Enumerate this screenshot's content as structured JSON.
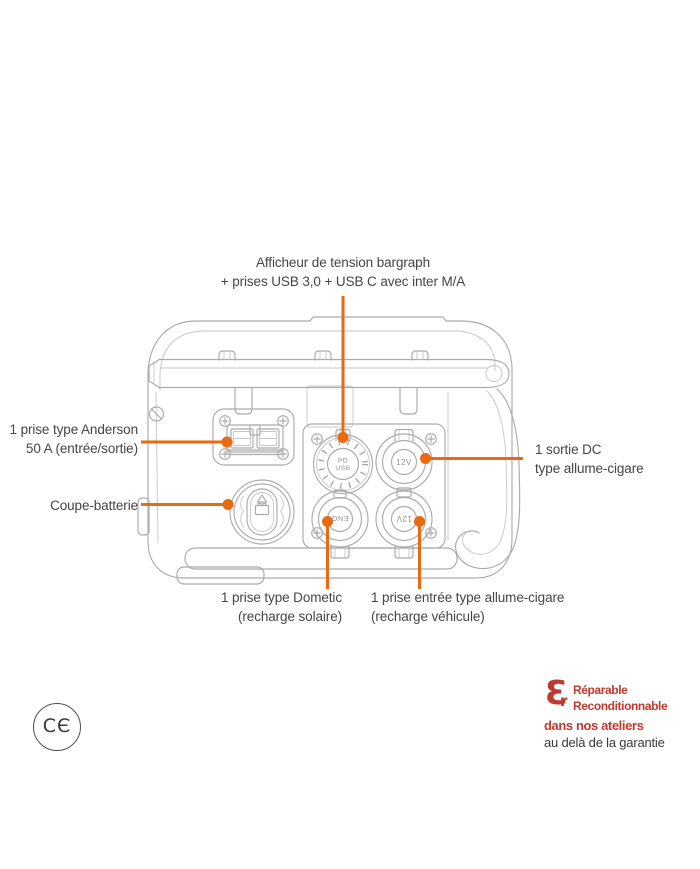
{
  "colors": {
    "accent_orange": "#EA6A12",
    "drawing_gray": "#ABABAB",
    "text_gray": "#474443",
    "badge_red": "#BE3A2F"
  },
  "annotations": {
    "top": {
      "line1": "Afficheur de tension bargraph",
      "line2": "+ prises USB 3,0 + USB C avec inter M/A"
    },
    "anderson": {
      "line1": "1 prise type Anderson",
      "line2": "50 A (entrée/sortie)"
    },
    "battery_switch": {
      "line1": "Coupe-batterie"
    },
    "dc_out": {
      "line1": "1 sortie DC",
      "line2": "type allume-cigare"
    },
    "dometic": {
      "line1": "1 prise type Dometic",
      "line2": "(recharge solaire)"
    },
    "cigare_in": {
      "line1": "1 prise entrée type allume-cigare",
      "line2": "(recharge véhicule)"
    }
  },
  "device": {
    "usb_port": {
      "line1": "PD",
      "line2": "USB"
    },
    "dc_out_port_label": "12V",
    "solar_port_label": "ENG",
    "vehicle_port_label": "12V"
  },
  "ce_mark": {
    "text": "CЄ"
  },
  "badge": {
    "ampersand": "Ɛ",
    "ampersand_r": "r",
    "line1": "Réparable",
    "line2": "Reconditionnable",
    "line3": "dans nos ateliers",
    "line4": "au delà de la garantie"
  }
}
